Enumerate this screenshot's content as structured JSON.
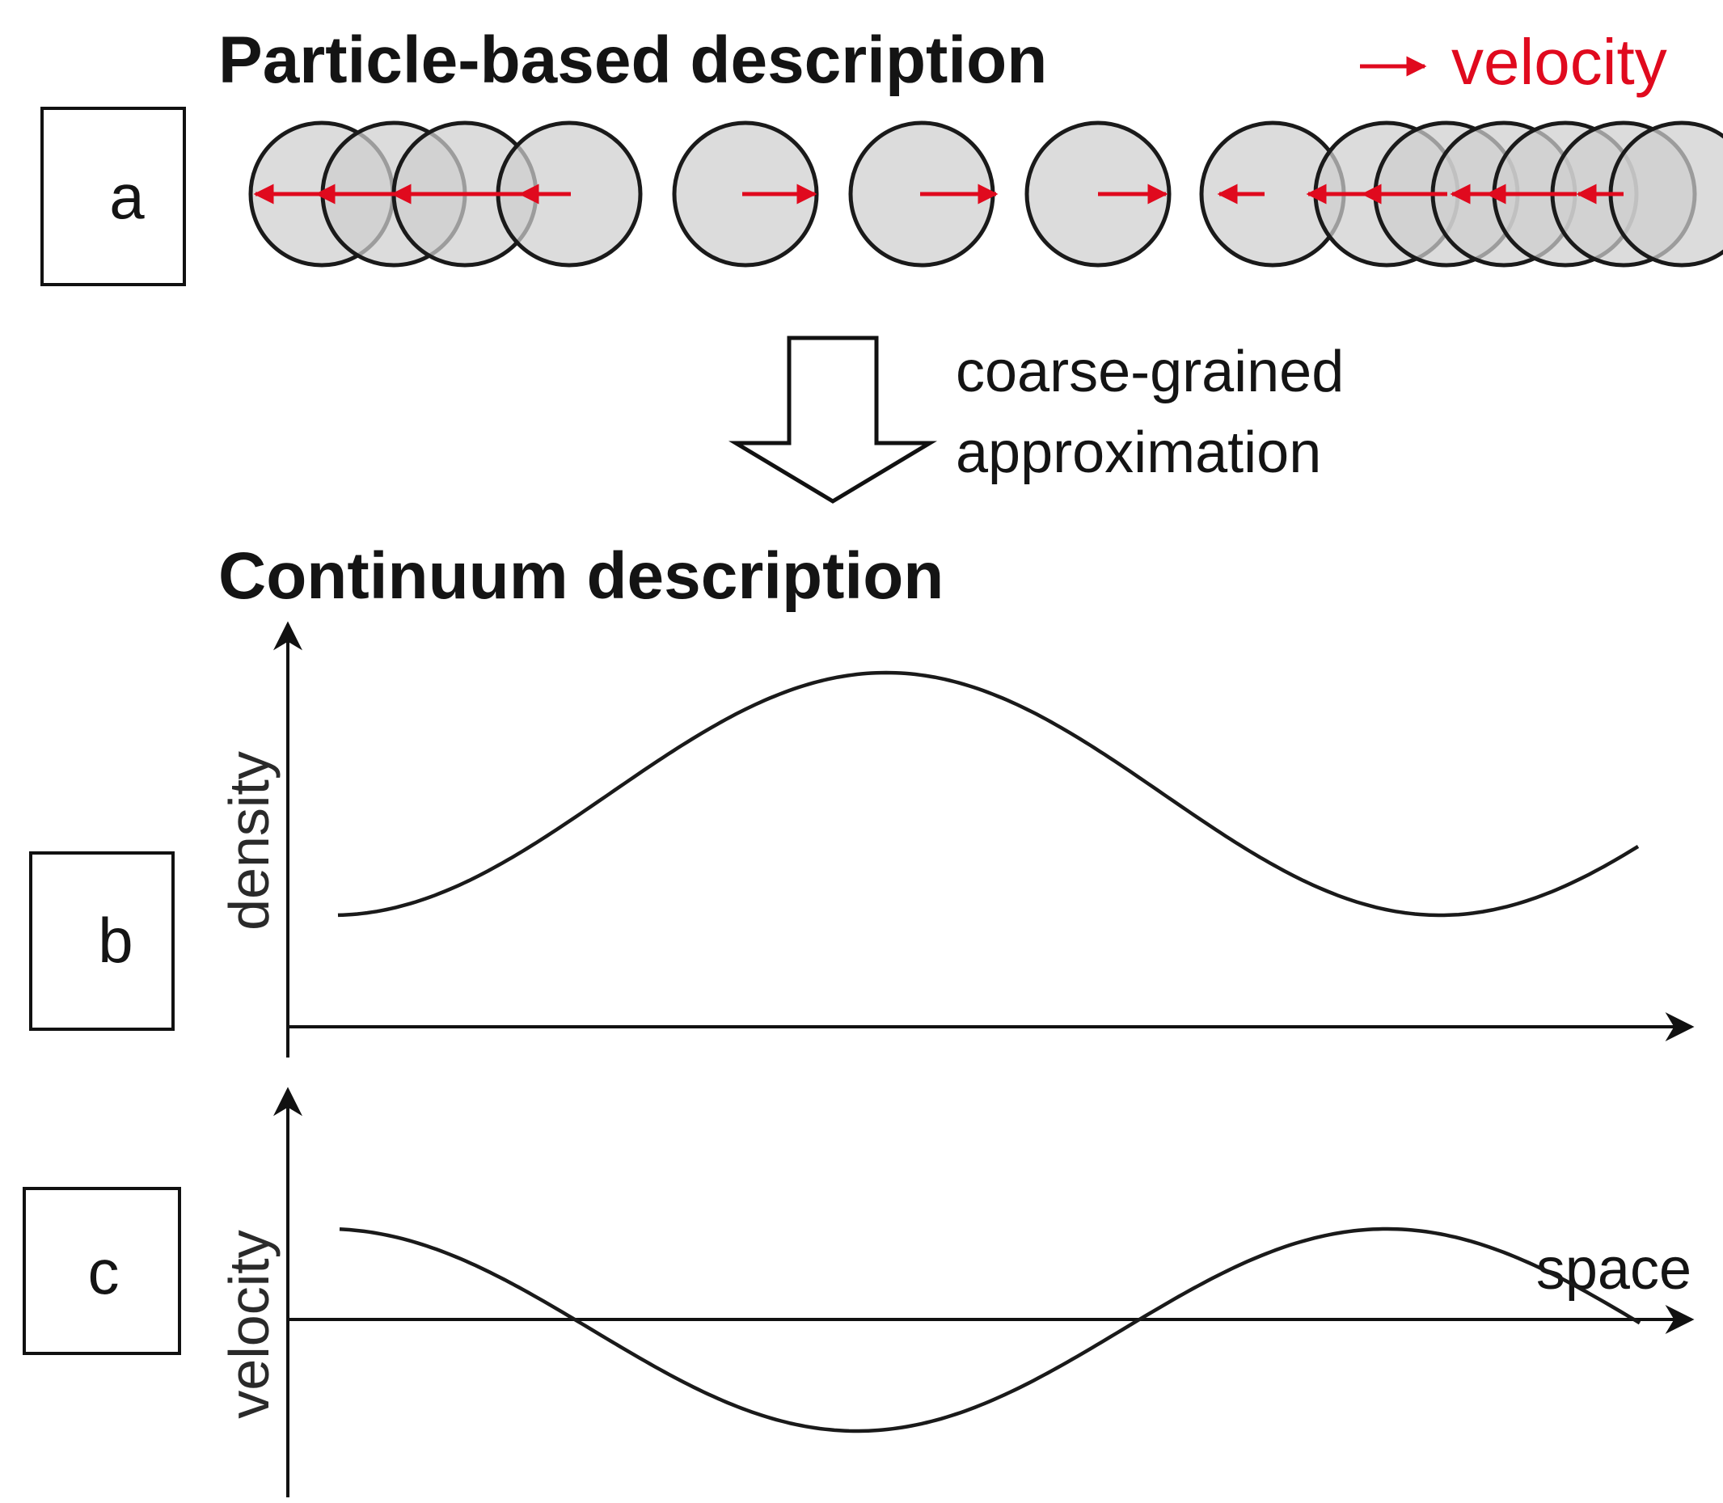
{
  "panels": {
    "a": {
      "label": "a",
      "heading": "Particle-based description"
    },
    "b": {
      "label": "b"
    },
    "c": {
      "label": "c"
    }
  },
  "legend": {
    "text": "velocity",
    "color": "#e00a1e"
  },
  "transition": {
    "line1": "coarse-grained",
    "line2": "approximation"
  },
  "continuum": {
    "heading": "Continuum description"
  },
  "density_plot": {
    "ylabel": "density"
  },
  "velocity_plot": {
    "ylabel": "velocity",
    "xlabel": "space"
  },
  "colors": {
    "arrow": "#e00a1e",
    "particle_fill": "#cfcfcf",
    "ink": "#141414"
  }
}
